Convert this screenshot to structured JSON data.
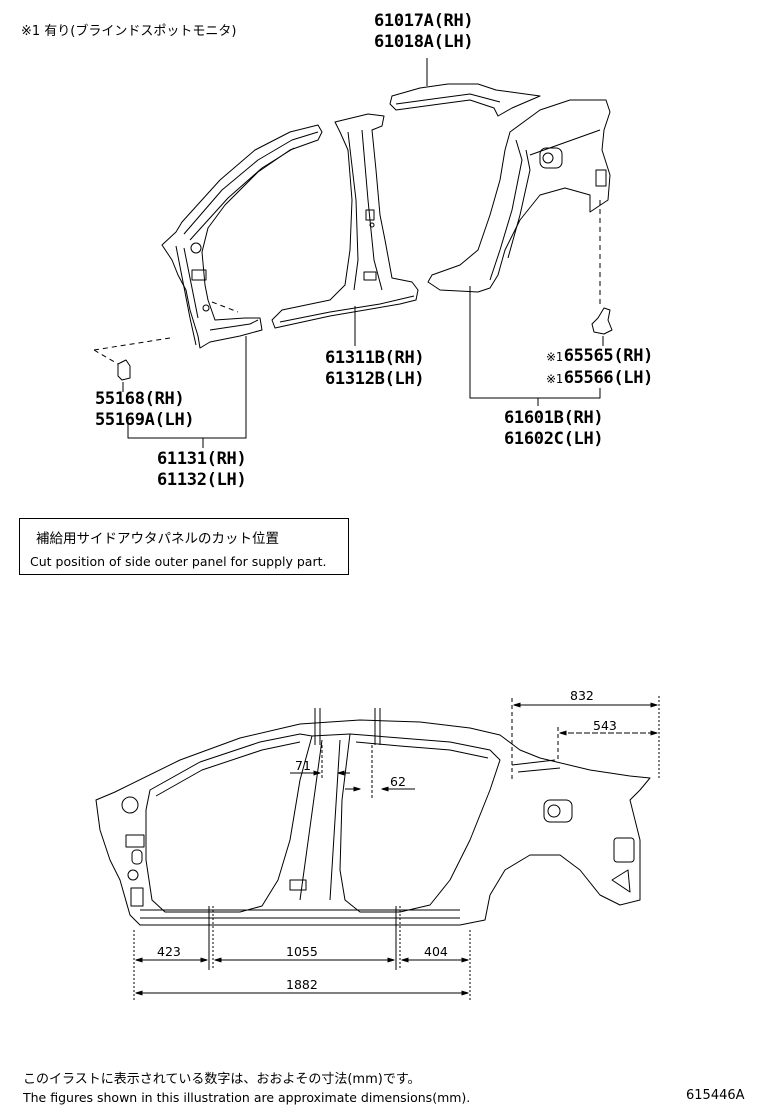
{
  "notes": {
    "top_note": "※1 有り(ブラインドスポットモニタ)"
  },
  "parts": {
    "roof_side_rail": {
      "line1": "61017A(RH)",
      "line2": "61018A(LH)"
    },
    "front_pillar_clip": {
      "line1": "55168(RH)",
      "line2": "55169A(LH)"
    },
    "front_pillar": {
      "line1": "61131(RH)",
      "line2": "61132(LH)"
    },
    "center_pillar": {
      "line1": "61311B(RH)",
      "line2": "61312B(LH)"
    },
    "bsm_bracket": {
      "mark": "※1",
      "line1": "65565(RH)",
      "line2": "65566(LH)"
    },
    "quarter_panel": {
      "line1": "61601B(RH)",
      "line2": "61602C(LH)"
    }
  },
  "cut_position_box": {
    "title_jp": "補給用サイドアウタパネルのカット位置",
    "title_en": "Cut position of side outer panel for supply part."
  },
  "dimensions": {
    "d832": "832",
    "d543": "543",
    "d71": "71",
    "d62": "62",
    "d423": "423",
    "d1055": "1055",
    "d404": "404",
    "d1882": "1882"
  },
  "footer": {
    "note_jp": "このイラストに表示されている数字は、おおよその寸法(mm)です。",
    "note_en": "The figures shown in this illustration are approximate dimensions(mm).",
    "figure_number": "615446A"
  },
  "colors": {
    "line": "#000000",
    "background": "#ffffff"
  }
}
